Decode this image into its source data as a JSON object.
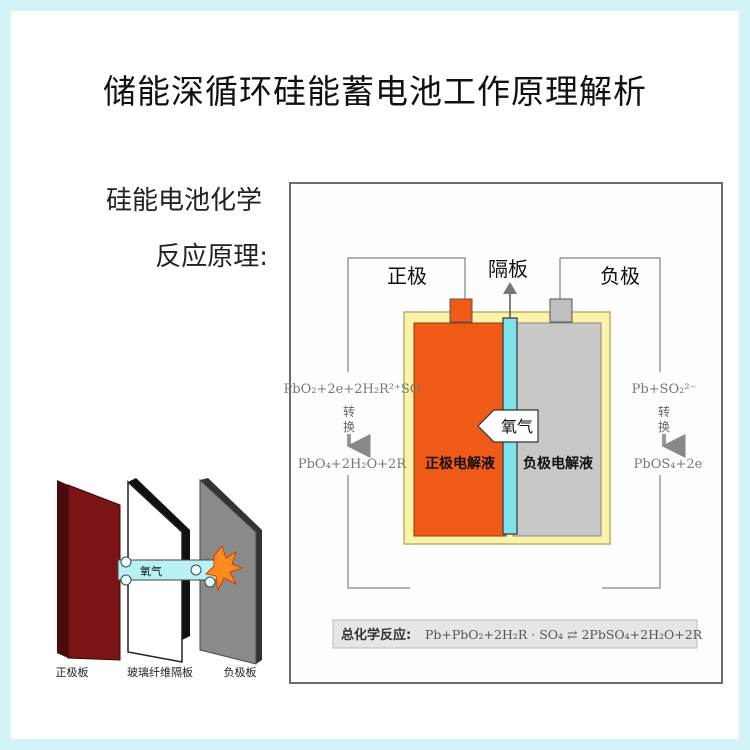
{
  "title": "储能深循环硅能蓄电池工作原理解析",
  "side_label": {
    "line1": "硅能电池化学",
    "line2": "反应原理:"
  },
  "diagram": {
    "positive_label": "正极",
    "separator_label": "隔板",
    "negative_label": "负极",
    "positive_electrolyte": "正极电解液",
    "negative_electrolyte": "负极电解液",
    "oxygen_label": "氧气",
    "left_reaction_top": "PbO₂+2e+2H₂R²⁺SO",
    "left_convert_1": "转",
    "left_convert_2": "换",
    "left_reaction_bottom": "PbO₄+2H₂O+2R",
    "right_reaction_top": "Pb+SO₂²⁻",
    "right_convert_1": "转",
    "right_convert_2": "换",
    "right_reaction_bottom": "PbOS₄+2e",
    "total_prefix": "总化学反应:",
    "total_equation": "Pb+PbO₂+2H₂R · SO₄ ⇄ 2PbSO₄+2H₂O+2R"
  },
  "plates": {
    "positive_plate": "正极板",
    "separator_plate": "玻璃纤维隔板",
    "negative_plate": "负极板",
    "oxygen_label": "氧气"
  },
  "colors": {
    "positive": "#f05a17",
    "negative": "#c8c8c8",
    "separator": "#7fe3ea",
    "casing": "#fbf3a8",
    "positive_plate": "#7b1414",
    "negative_plate": "#8a8a8a"
  }
}
